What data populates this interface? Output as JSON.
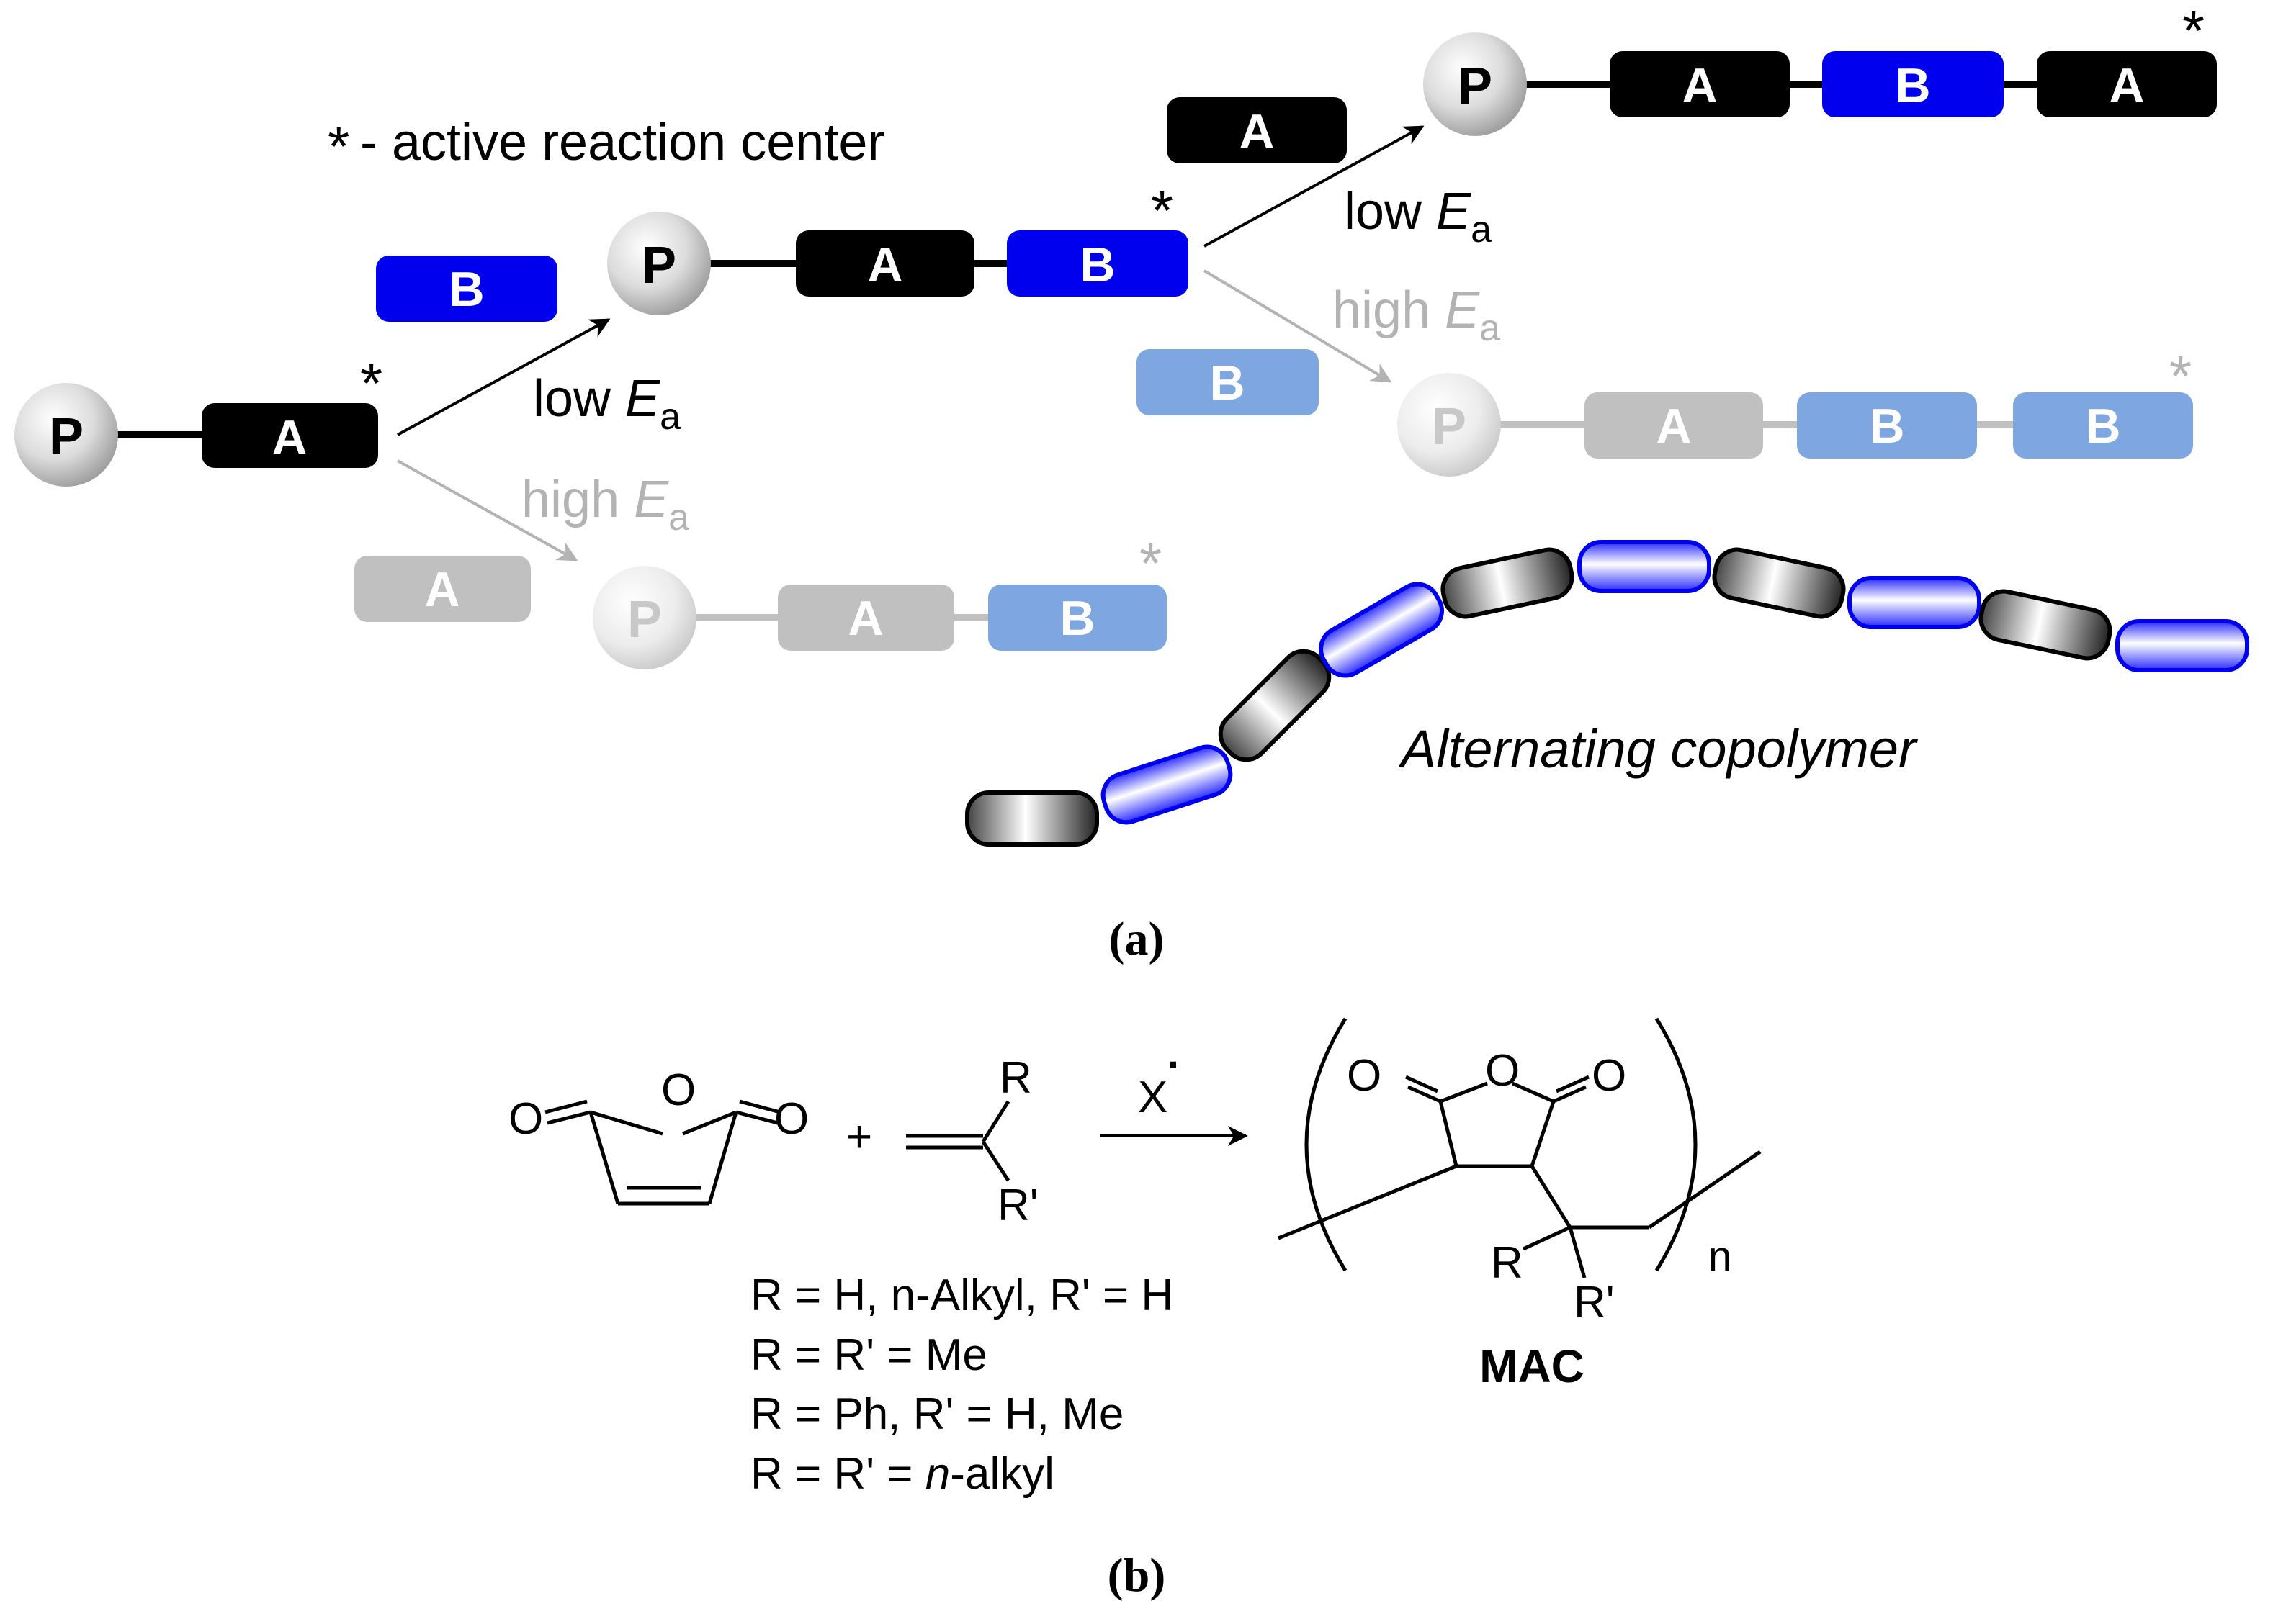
{
  "legend": {
    "star": "*",
    "text": "- active reaction center"
  },
  "labels": {
    "P": "P",
    "A": "A",
    "B": "B",
    "star": "*",
    "low": "low ",
    "high": "high ",
    "E": "E",
    "a_sub": "a"
  },
  "alt_caption": "Alternating copolymer",
  "panel_a": "(a)",
  "panel_b": "(b)",
  "scheme_b": {
    "O": "O",
    "plus": "+",
    "R": "R",
    "Rp": "R'",
    "X": "X",
    "radical_dot": "·",
    "n": "n",
    "product_name": "MAC",
    "conditions": [
      "R = H, n-Alkyl, R' = H",
      "R = R' = Me",
      "R = Ph, R' = H, Me"
    ],
    "cond4_prefix": "R = R' = ",
    "cond4_italic": "n",
    "cond4_suffix": "-alkyl"
  },
  "colors": {
    "black_block": "#000000",
    "blue_block": "#0000ee",
    "light_blue_block": "#7ea6e0",
    "gray_block": "#c0c0c0",
    "gray_text": "#b3b3b3"
  }
}
